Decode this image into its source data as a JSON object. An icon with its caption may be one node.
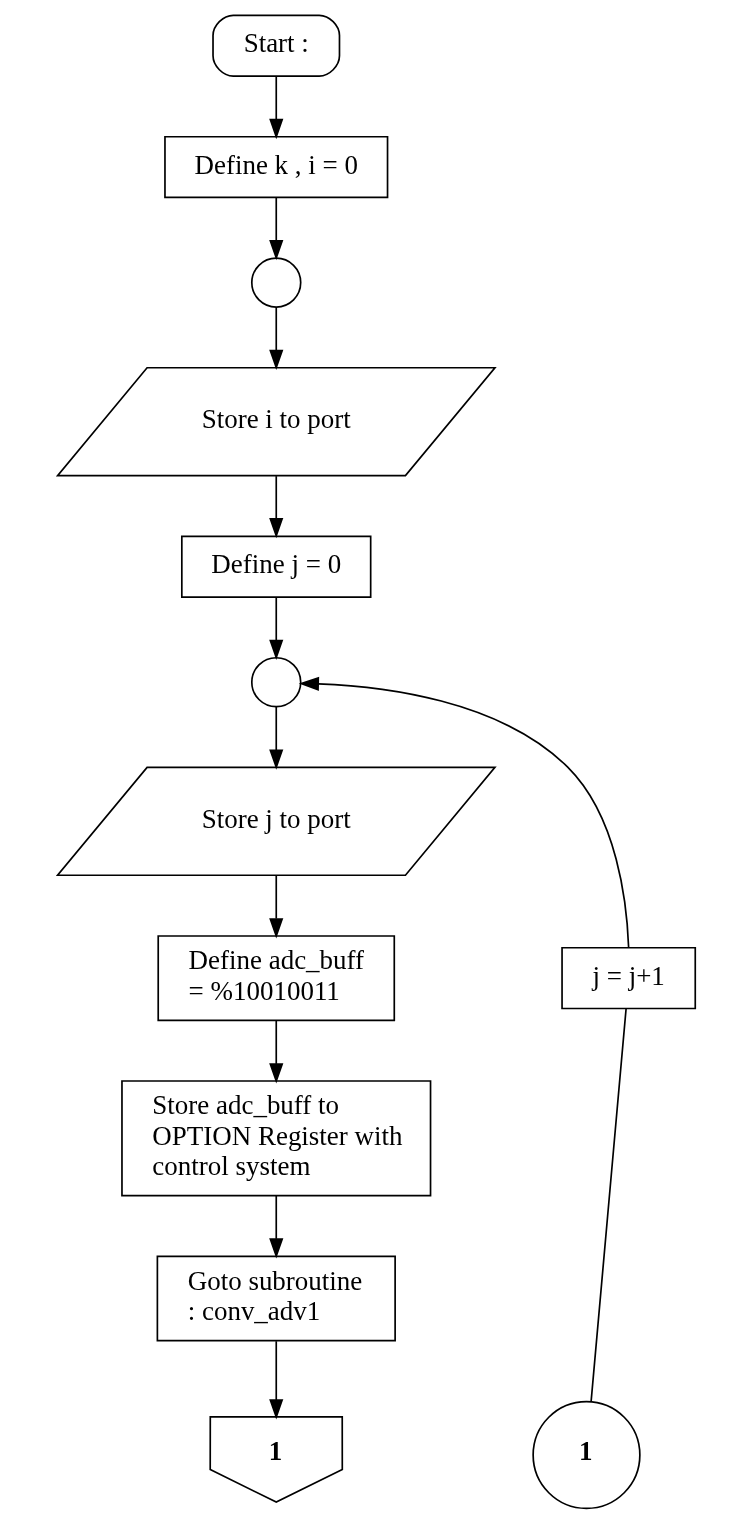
{
  "diagram": {
    "nodes": [
      {
        "text": [
          "Start :"
        ]
      },
      {
        "text": [
          "Define k , i = 0"
        ]
      },
      {
        "text": [],
        "shape": "circle"
      },
      {
        "text": [
          "Store i to port"
        ]
      },
      {
        "text": [
          "Define j = 0"
        ]
      },
      {
        "text": [],
        "shape": "circle"
      },
      {
        "text": [
          "Store j to port"
        ]
      },
      {
        "text": [
          "Define adc_buff = %10010011"
        ]
      },
      {
        "text": [
          "Store adc_buff to OPTION Register with control system"
        ]
      },
      {
        "text": [
          "Goto subroutine : conv_adv1"
        ]
      },
      {
        "text": [
          "1"
        ]
      },
      {
        "text": [
          "1"
        ]
      },
      {
        "text": [
          "j = j+1"
        ]
      }
    ],
    "edges": [
      {
        "from": 0,
        "to": 1,
        "arrow": "to"
      },
      {
        "from": 1,
        "to": 2,
        "arrow": "to"
      },
      {
        "from": 2,
        "to": 3,
        "arrow": "to"
      },
      {
        "from": 3,
        "to": 4,
        "arrow": "to"
      },
      {
        "from": 4,
        "to": 5,
        "arrow": "to"
      },
      {
        "from": 5,
        "to": 6,
        "arrow": "to"
      },
      {
        "from": 6,
        "to": 7,
        "arrow": "to"
      },
      {
        "from": 7,
        "to": 8,
        "arrow": "to"
      },
      {
        "from": 8,
        "to": 9,
        "arrow": "to"
      },
      {
        "from": 9,
        "to": 10,
        "arrow": "to"
      },
      {
        "from": 11,
        "to": 12,
        "arrow": "none"
      },
      {
        "from": 12,
        "to": 5,
        "arrow": "to"
      }
    ]
  }
}
